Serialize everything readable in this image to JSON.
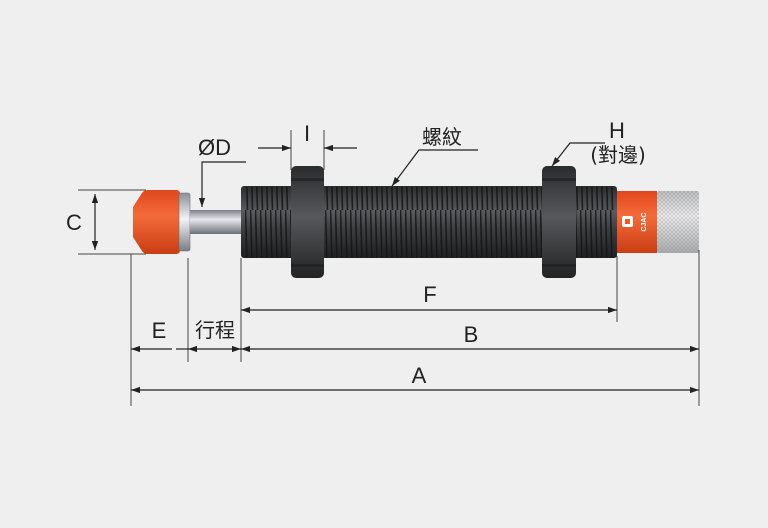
{
  "labels": {
    "diameter_d": "ØD",
    "thickness_i": "I",
    "thread": "螺紋",
    "hex_h": "H",
    "hex_note": "(對邊)",
    "height_c": "C",
    "length_e": "E",
    "stroke": "行程",
    "length_f": "F",
    "length_b": "B",
    "length_a": "A"
  },
  "brand_mark": "CJAC",
  "colors": {
    "background": "#efefef",
    "cap_orange": "#f05a28",
    "body_dark": "#3a3b3d",
    "knob_light": "#dcdcdc",
    "line": "#222222"
  }
}
